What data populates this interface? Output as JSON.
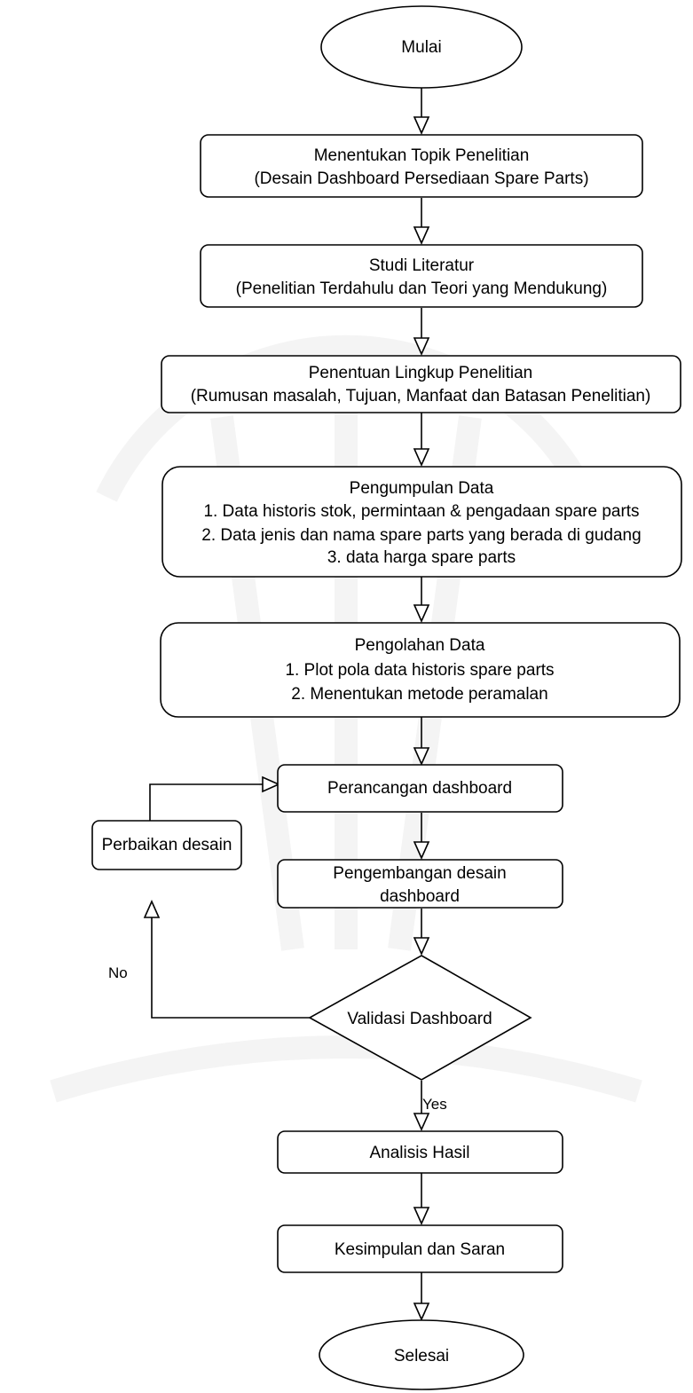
{
  "nodes": {
    "start": [
      "Mulai"
    ],
    "topic": [
      "Menentukan Topik Penelitian",
      "(Desain Dashboard Persediaan Spare Parts)"
    ],
    "literature": [
      "Studi Literatur",
      "(Penelitian Terdahulu dan Teori yang Mendukung)"
    ],
    "scope": [
      "Penentuan Lingkup Penelitian",
      "(Rumusan masalah, Tujuan, Manfaat dan Batasan Penelitian)"
    ],
    "collection": [
      "Pengumpulan Data",
      "1. Data historis stok, permintaan & pengadaan spare parts",
      "2. Data jenis dan nama spare parts yang berada di gudang",
      "3. data harga spare parts"
    ],
    "processing": [
      "Pengolahan Data",
      "1. Plot pola data historis spare parts",
      "2. Menentukan metode peramalan"
    ],
    "design": [
      "Perancangan dashboard"
    ],
    "development": [
      "Pengembangan desain",
      "dashboard"
    ],
    "validation": [
      "Validasi Dashboard"
    ],
    "fix": [
      "Perbaikan desain"
    ],
    "analysis": [
      "Analisis Hasil"
    ],
    "conclusion": [
      "Kesimpulan dan Saran"
    ],
    "end": [
      "Selesai"
    ]
  },
  "edge_labels": {
    "no": "No",
    "yes": "Yes"
  },
  "colors": {
    "stroke": "#000000",
    "fill": "#ffffff"
  }
}
